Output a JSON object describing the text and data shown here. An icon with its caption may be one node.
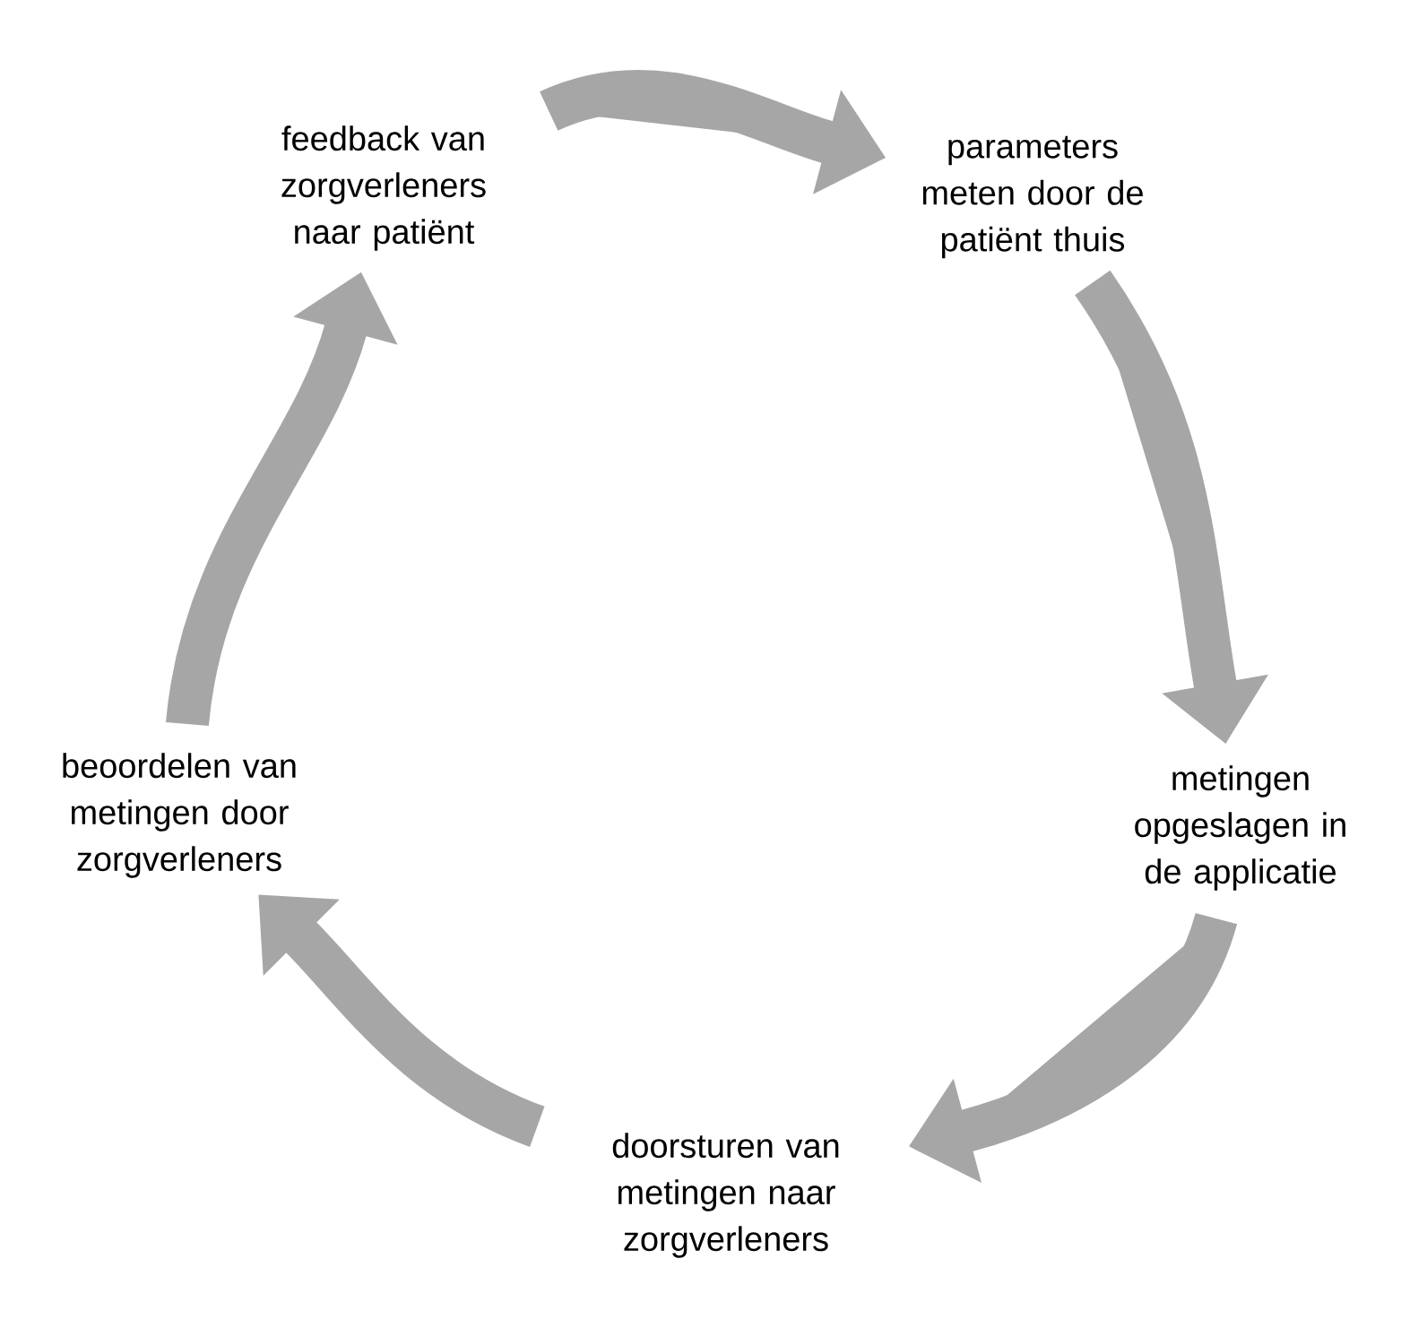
{
  "diagram": {
    "nodes": [
      {
        "text": [
          "parameters meten door de patiënt thuis"
        ]
      },
      {
        "text": [
          "metingen opgeslagen in de applicatie"
        ]
      },
      {
        "text": [
          "doorsturen van metingen naar zorgverleners"
        ]
      },
      {
        "text": [
          "beoordelen van metingen door zorgverleners"
        ]
      },
      {
        "text": [
          "feedback van zorgverleners naar patiënt"
        ]
      }
    ],
    "edges": [
      {
        "from": 4,
        "to": 0,
        "arrow": "to"
      },
      {
        "from": 0,
        "to": 1,
        "arrow": "to"
      },
      {
        "from": 1,
        "to": 2,
        "arrow": "to"
      },
      {
        "from": 2,
        "to": 3,
        "arrow": "to"
      },
      {
        "from": 3,
        "to": 4,
        "arrow": "to"
      }
    ]
  }
}
